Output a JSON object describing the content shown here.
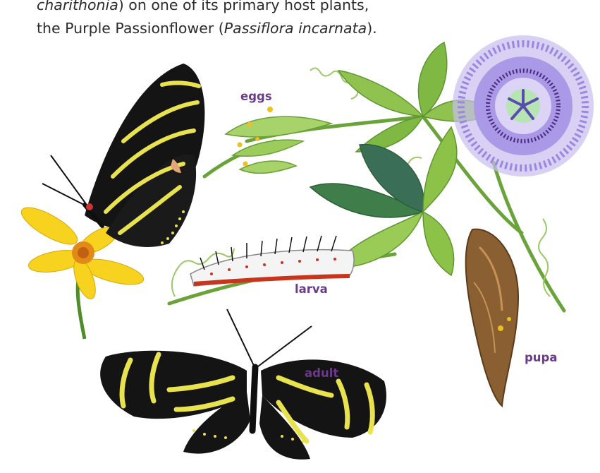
{
  "caption": {
    "line1_italic": "charithonia",
    "line1_rest": ") on one of its primary host plants,",
    "line2_start": "the Purple Passionflower (",
    "line2_italic": "Passiflora incarnata",
    "line2_end": ")."
  },
  "labels": {
    "eggs": "eggs",
    "larva": "larva",
    "pupa": "pupa",
    "adult": "adult"
  },
  "colors": {
    "label": "#6b3a8a",
    "wing": "#141414",
    "stripe": "#e9e24f",
    "leaf": "#7fb843",
    "passionflower": "#8f7ad6",
    "pupa": "#8a5f32",
    "daisy": "#f7d21e"
  }
}
